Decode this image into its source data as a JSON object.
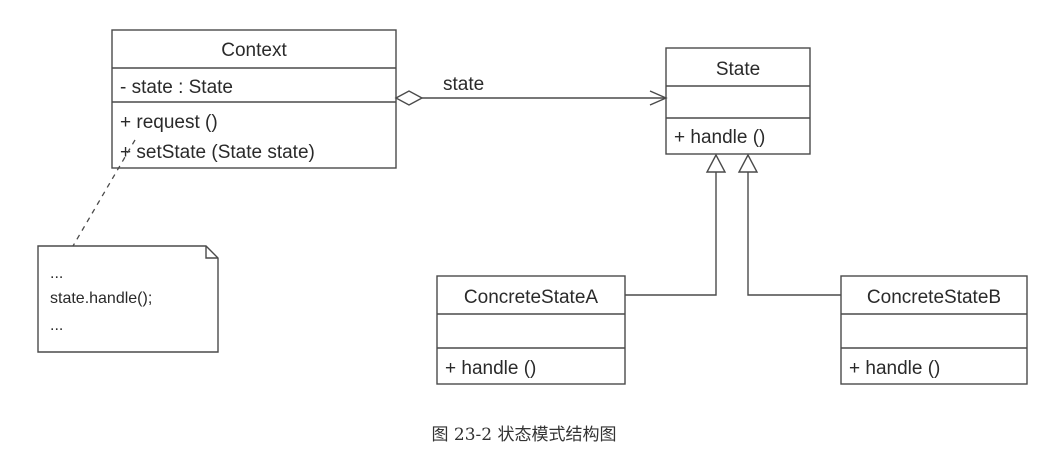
{
  "classes": {
    "context": {
      "name": "Context",
      "attributes": [
        "- state : State"
      ],
      "operations": [
        "+ request ()",
        "+ setState (State state)"
      ]
    },
    "state": {
      "name": "State",
      "attributes": [],
      "operations": [
        "+ handle ()"
      ]
    },
    "concrete_a": {
      "name": "ConcreteStateA",
      "attributes": [],
      "operations": [
        "+ handle ()"
      ]
    },
    "concrete_b": {
      "name": "ConcreteStateB",
      "attributes": [],
      "operations": [
        "+ handle ()"
      ]
    }
  },
  "association": {
    "label": "state"
  },
  "note": {
    "lines": [
      "...",
      "state.handle();",
      "..."
    ]
  },
  "caption": "图 23-2   状态模式结构图",
  "colors": {
    "stroke": "#4a4a4a",
    "text": "#2a2a2a",
    "background": "#ffffff"
  }
}
